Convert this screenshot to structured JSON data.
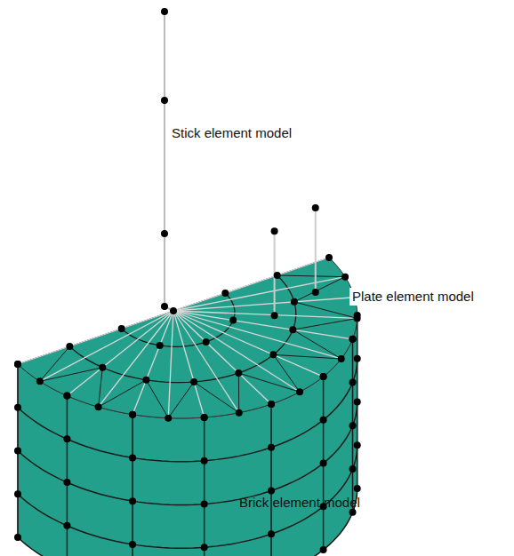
{
  "diagram": {
    "labels": [
      "Stick element model",
      "Plate element model",
      "Brick element model"
    ]
  }
}
